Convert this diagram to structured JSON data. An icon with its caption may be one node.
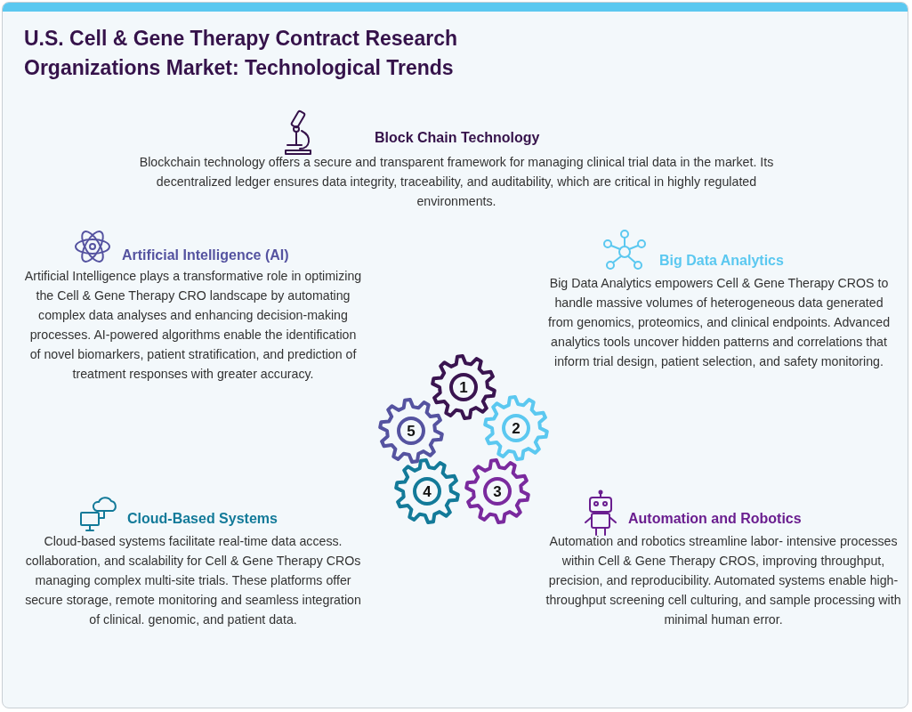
{
  "diagram": {
    "title": "U.S. Cell & Gene Therapy Contract Research Organizations Market: Technological Trends",
    "nodes": [
      {
        "text": [
          "1"
        ]
      },
      {
        "text": [
          "2"
        ]
      },
      {
        "text": [
          "3"
        ]
      },
      {
        "text": [
          "4"
        ]
      },
      {
        "text": [
          "5"
        ]
      }
    ],
    "labels": [
      "Block Chain Technology",
      "Blockchain technology offers a secure and transparent framework for managing clinical trial data in the market. Its decentralized ledger ensures data integrity, traceability, and auditability, which are critical in highly regulated environments.",
      "Artificial Intelligence (AI)",
      "Artificial Intelligence plays a transformative role in optimizing the Cell & Gene Therapy CRO landscape by automating complex data analyses and enhancing decision-making processes. AI-powered algorithms enable the identification of novel biomarkers, patient stratification, and prediction of treatment responses with greater accuracy.",
      "Big Data Analytics",
      "Big Data Analytics empowers Cell & Gene Therapy CROS to handle massive volumes of heterogeneous data generated from genomics, proteomics, and clinical endpoints. Advanced analytics tools uncover hidden patterns and correlations that inform trial design, patient selection, and safety monitoring.",
      "Cloud-Based Systems",
      "Cloud-based systems facilitate real-time data access. collaboration, and scalability for Cell & Gene Therapy CROs managing complex multi-site trials. These platforms offer secure storage, remote monitoring and seamless integration of clinical. genomic, and patient data.",
      "Automation and Robotics",
      "Automation and robotics streamline labor- intensive processes within Cell & Gene Therapy CROS, improving throughput, precision, and reproducibility. Automated systems enable high- throughput screening cell culturing, and sample processing with minimal human error."
    ]
  }
}
